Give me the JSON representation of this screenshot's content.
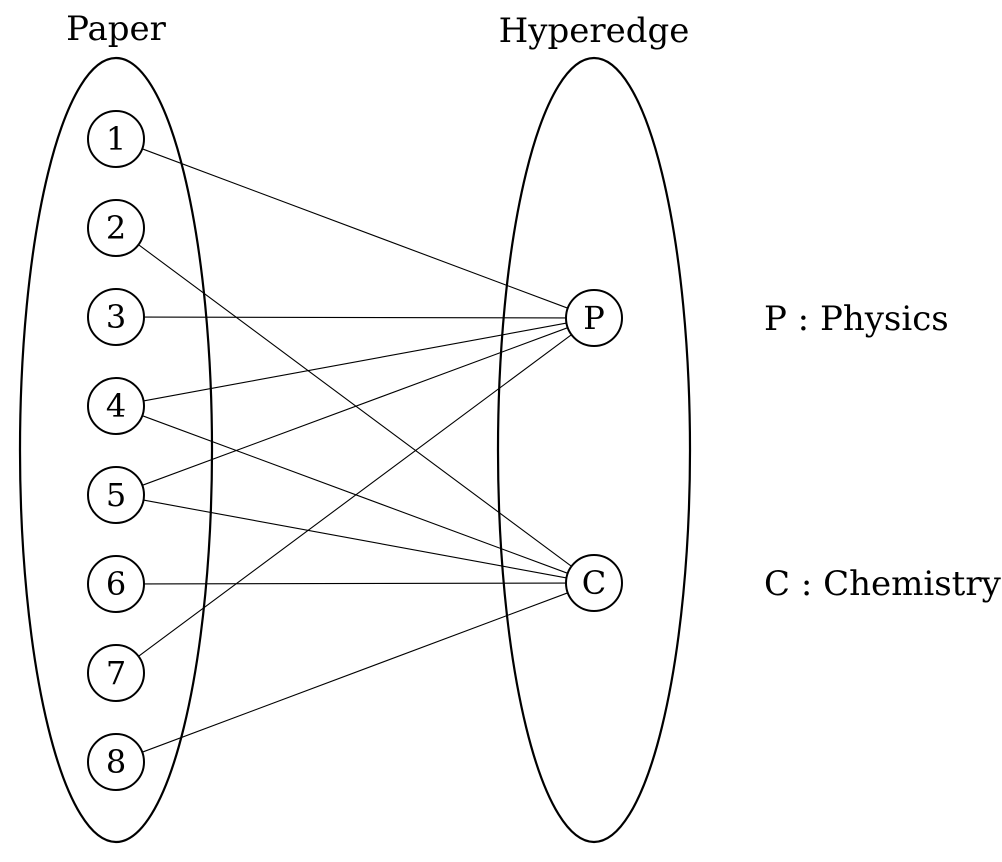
{
  "groups": {
    "paper": {
      "title": "Paper"
    },
    "hyperedge": {
      "title": "Hyperedge"
    }
  },
  "papers": [
    {
      "id": "1",
      "label": "1"
    },
    {
      "id": "2",
      "label": "2"
    },
    {
      "id": "3",
      "label": "3"
    },
    {
      "id": "4",
      "label": "4"
    },
    {
      "id": "5",
      "label": "5"
    },
    {
      "id": "6",
      "label": "6"
    },
    {
      "id": "7",
      "label": "7"
    },
    {
      "id": "8",
      "label": "8"
    }
  ],
  "hyperedges": [
    {
      "id": "P",
      "label": "P"
    },
    {
      "id": "C",
      "label": "C"
    }
  ],
  "edges": [
    {
      "from": "1",
      "to": "P"
    },
    {
      "from": "2",
      "to": "C"
    },
    {
      "from": "3",
      "to": "P"
    },
    {
      "from": "4",
      "to": "P"
    },
    {
      "from": "4",
      "to": "C"
    },
    {
      "from": "5",
      "to": "P"
    },
    {
      "from": "5",
      "to": "C"
    },
    {
      "from": "6",
      "to": "C"
    },
    {
      "from": "7",
      "to": "P"
    },
    {
      "from": "8",
      "to": "C"
    }
  ],
  "legend": {
    "physics": "P : Physics",
    "chemistry": "C : Chemistry"
  }
}
